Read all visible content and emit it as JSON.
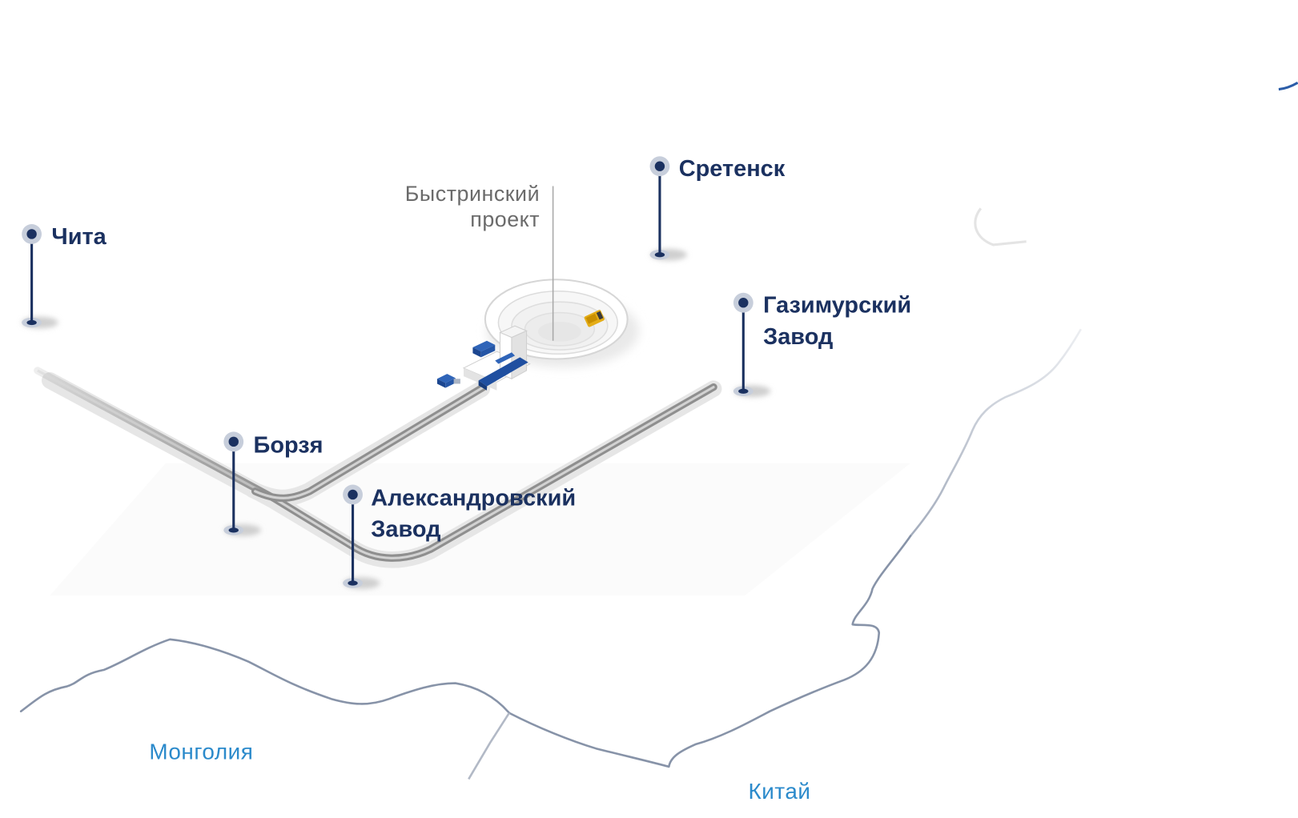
{
  "map": {
    "project_label": [
      "Быстринский",
      "проект"
    ],
    "cities": [
      {
        "lines": [
          "Чита"
        ]
      },
      {
        "lines": [
          "Сретенск"
        ]
      },
      {
        "lines": [
          "Газимурский",
          "Завод"
        ]
      },
      {
        "lines": [
          "Борзя"
        ]
      },
      {
        "lines": [
          "Александровский",
          "Завод"
        ]
      }
    ],
    "countries": {
      "mongolia": "Монголия",
      "china": "Китай"
    }
  },
  "icons": [
    "map-pin-icon",
    "dump-truck-icon"
  ],
  "colors": {
    "pin": "#1b3160",
    "country_label": "#2b8acb",
    "road": "#8f8f8f",
    "border": "#8793a8",
    "accent_blue": "#1f4fa0",
    "truck": "#e4ad17",
    "project_label": "#6b6b6b"
  }
}
